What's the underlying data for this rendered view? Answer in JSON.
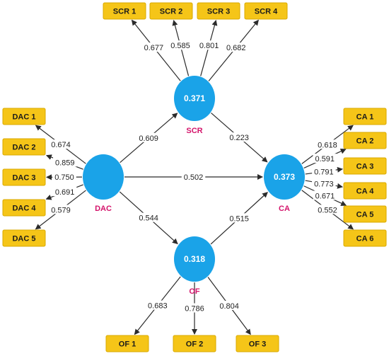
{
  "constructs": [
    {
      "id": "SCR",
      "name": "SCR",
      "r2": "0.371"
    },
    {
      "id": "DAC",
      "name": "DAC",
      "r2": ""
    },
    {
      "id": "CA",
      "name": "CA",
      "r2": "0.373"
    },
    {
      "id": "OF",
      "name": "OF",
      "r2": "0.318"
    }
  ],
  "indicators": [
    {
      "label": "SCR 1",
      "construct": "SCR",
      "loading": "0.677"
    },
    {
      "label": "SCR 2",
      "construct": "SCR",
      "loading": "0.585"
    },
    {
      "label": "SCR 3",
      "construct": "SCR",
      "loading": "0.801"
    },
    {
      "label": "SCR 4",
      "construct": "SCR",
      "loading": "0.682"
    },
    {
      "label": "DAC 1",
      "construct": "DAC",
      "loading": "0.674"
    },
    {
      "label": "DAC 2",
      "construct": "DAC",
      "loading": "0.859"
    },
    {
      "label": "DAC 3",
      "construct": "DAC",
      "loading": "0.750"
    },
    {
      "label": "DAC 4",
      "construct": "DAC",
      "loading": "0.691"
    },
    {
      "label": "DAC 5",
      "construct": "DAC",
      "loading": "0.579"
    },
    {
      "label": "CA 1",
      "construct": "CA",
      "loading": "0.618"
    },
    {
      "label": "CA 2",
      "construct": "CA",
      "loading": "0.591"
    },
    {
      "label": "CA 3",
      "construct": "CA",
      "loading": "0.791"
    },
    {
      "label": "CA 4",
      "construct": "CA",
      "loading": "0.773"
    },
    {
      "label": "CA 5",
      "construct": "CA",
      "loading": "0.671"
    },
    {
      "label": "CA 6",
      "construct": "CA",
      "loading": "0.552"
    },
    {
      "label": "OF 1",
      "construct": "OF",
      "loading": "0.683"
    },
    {
      "label": "OF 2",
      "construct": "OF",
      "loading": "0.786"
    },
    {
      "label": "OF 3",
      "construct": "OF",
      "loading": "0.804"
    }
  ],
  "paths": [
    {
      "from": "DAC",
      "to": "SCR",
      "coefficient": "0.609"
    },
    {
      "from": "SCR",
      "to": "CA",
      "coefficient": "0.223"
    },
    {
      "from": "DAC",
      "to": "CA",
      "coefficient": "0.502"
    },
    {
      "from": "DAC",
      "to": "OF",
      "coefficient": "0.544"
    },
    {
      "from": "OF",
      "to": "CA",
      "coefficient": "0.515"
    }
  ],
  "colors": {
    "construct_fill": "#1aa3e8",
    "indicator_fill": "#f5c518",
    "construct_label": "#d4146b"
  }
}
